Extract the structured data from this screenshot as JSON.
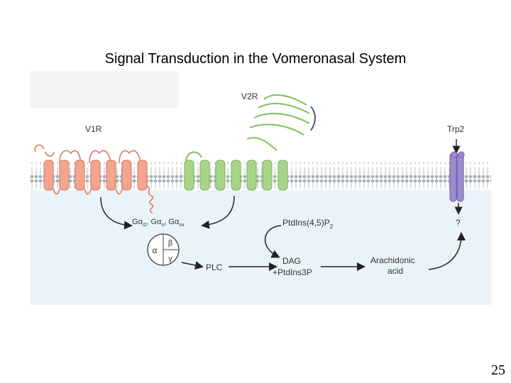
{
  "slide": {
    "title": "Signal Transduction in the Vomeronasal System",
    "page_number": "25"
  },
  "diagram": {
    "receptors": {
      "v1r_label": "V1R",
      "v2r_label": "V2R",
      "trp2_label": "Trp2"
    },
    "g_proteins": {
      "label_main": "Gα",
      "sub1": "i2",
      "label_2": ", Gα",
      "sub2": "o",
      "label_3": ", Gα",
      "sub3": "ox"
    },
    "subunits": {
      "alpha": "α",
      "beta": "β",
      "gamma": "γ"
    },
    "molecules": {
      "plc": "PLC",
      "ptdins_main": "PtdIns(4,5)P",
      "ptdins_sub": "2",
      "dag": "DAG",
      "ptdins3p": "+PtdIns3P",
      "arachidonic_line1": "Arachidonic",
      "arachidonic_line2": "acid",
      "question": "?"
    },
    "colors": {
      "v1r": "#f3a58f",
      "v2r": "#a8d48a",
      "trp2": "#9a8ccf",
      "membrane": "#b9c0c4",
      "cytoplasm": "#eaf3f8",
      "arrow": "#222222"
    }
  }
}
